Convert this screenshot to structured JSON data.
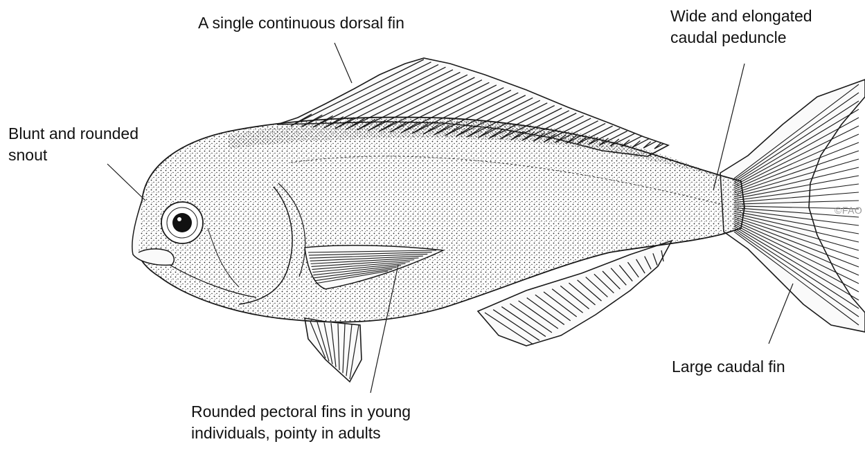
{
  "labels": {
    "dorsal_fin": {
      "lines": [
        "A single continuous dorsal fin"
      ]
    },
    "snout": {
      "lines": [
        "Blunt and rounded",
        "snout"
      ]
    },
    "caudal_peduncle": {
      "lines": [
        "Wide and elongated",
        "caudal peduncle"
      ]
    },
    "caudal_fin": {
      "lines": [
        "Large caudal fin"
      ]
    },
    "pectoral_fins": {
      "lines": [
        "Rounded pectoral fins in young",
        "individuals, pointy in adults"
      ]
    }
  },
  "credit": "©FAO",
  "colors": {
    "ink": "#1a1a1a",
    "paper": "#ffffff",
    "credit": "#9a9a9a"
  }
}
